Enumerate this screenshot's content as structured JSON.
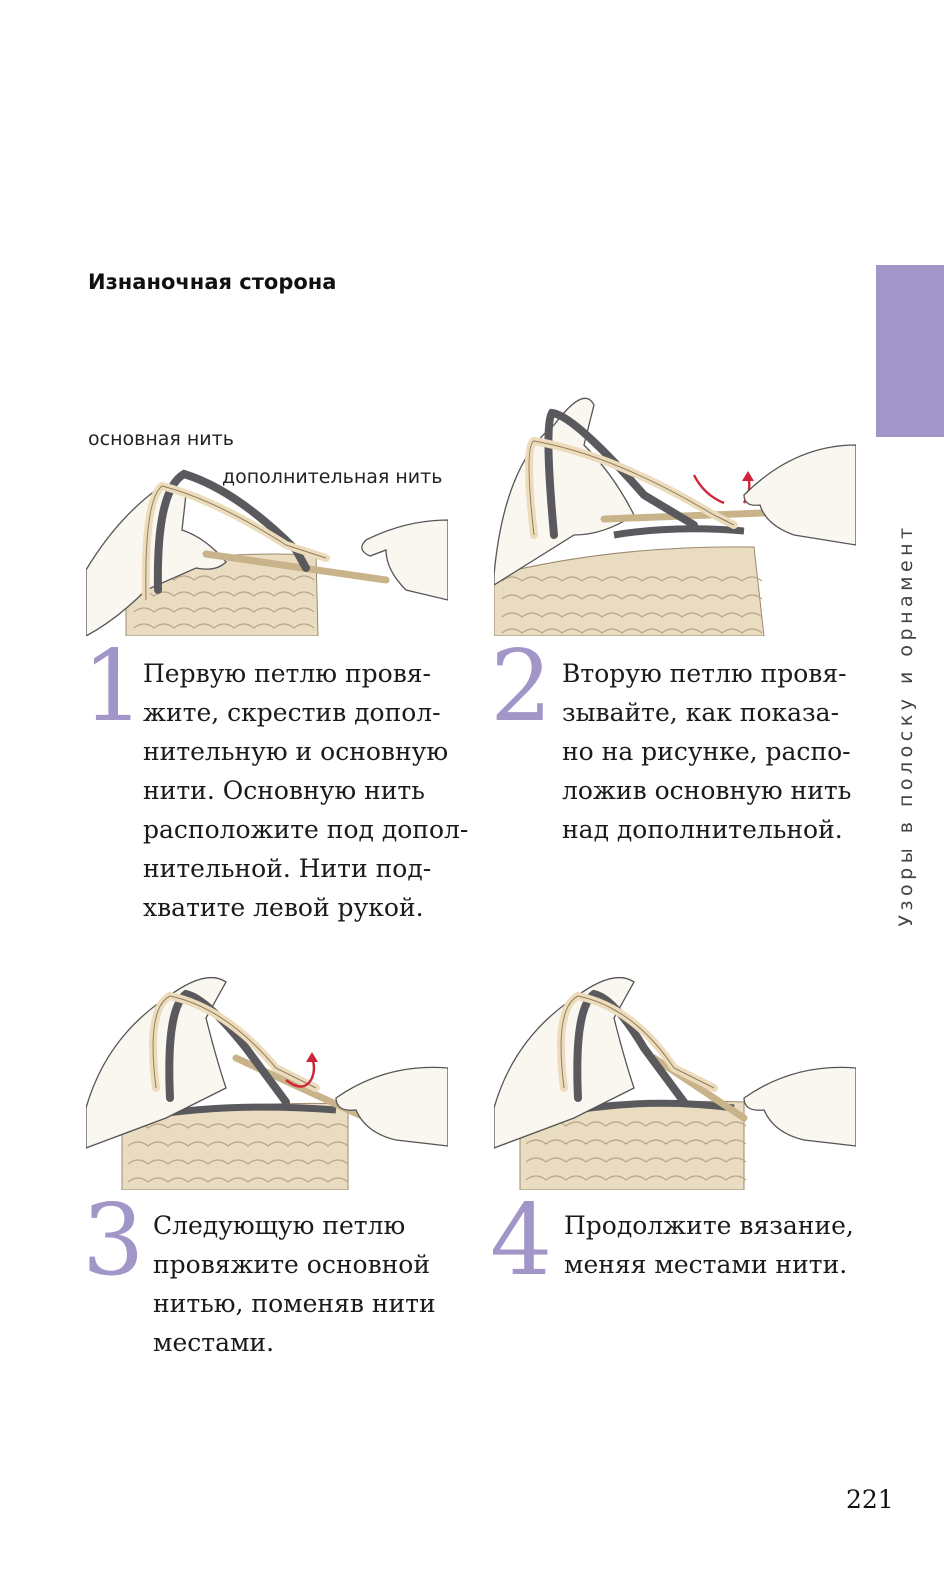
{
  "section_title": "Изнаночная сторона",
  "side_tab_text": "Узоры в полоску и орнамент",
  "labels": {
    "main_yarn": "основная нить",
    "extra_yarn": "дополнительная нить"
  },
  "steps": [
    {
      "number": "1",
      "lines": [
        "Первую петлю провя-",
        "жите, скрестив допол-",
        "нительную и основную",
        "нити. Основную нить",
        "расположите под допол-",
        "нительной. Нити под-",
        "хватите левой рукой."
      ]
    },
    {
      "number": "2",
      "lines": [
        "Вторую петлю провя-",
        "зывайте, как показа-",
        "но на рисунке, распо-",
        "ложив основную нить",
        "над дополнительной."
      ]
    },
    {
      "number": "3",
      "lines": [
        "Следующую петлю",
        "провяжите основной",
        "нитью, поменяв нити",
        "местами."
      ]
    },
    {
      "number": "4",
      "lines": [
        "Продолжите вязание,",
        "меняя местами нити."
      ]
    }
  ],
  "page_number": "221",
  "colors": {
    "accent": "#a295c7",
    "skin": "#faf7f1",
    "knit": "#e9dcc0",
    "main_yarn": "#5a5a5e",
    "extra_yarn": "#ecdcbc",
    "arrow": "#d0243a"
  }
}
